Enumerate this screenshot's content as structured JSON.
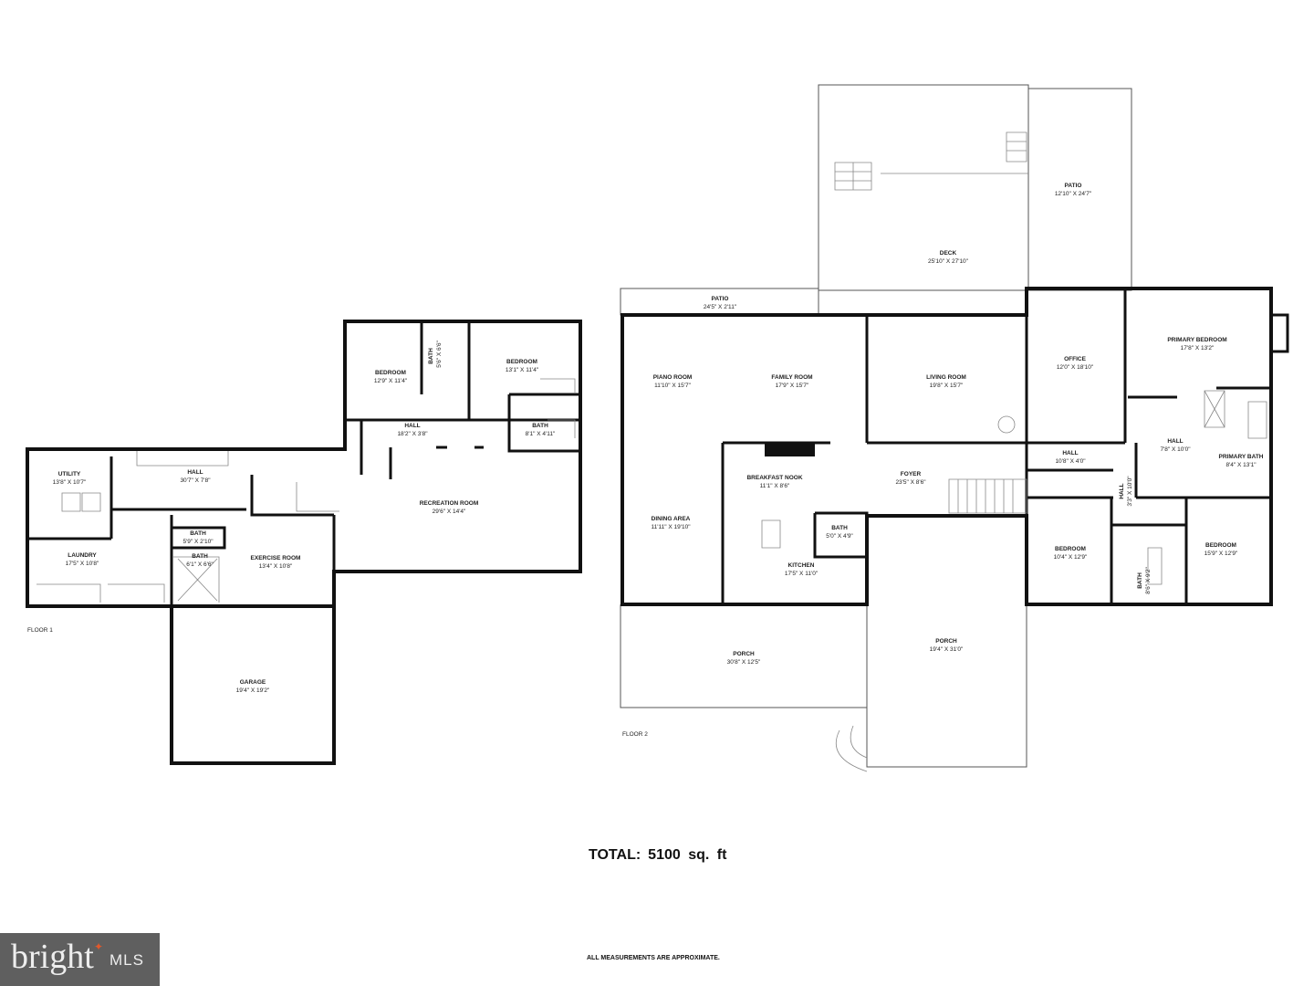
{
  "floor1": {
    "label": "FLOOR 1",
    "rooms": [
      {
        "name": "BEDROOM",
        "dims": "12'9\" X 11'4\""
      },
      {
        "name": "BATH",
        "dims": "5'6\" X 6'6\""
      },
      {
        "name": "BEDROOM",
        "dims": "13'1\" X 11'4\""
      },
      {
        "name": "HALL",
        "dims": "18'2\" X 3'8\""
      },
      {
        "name": "BATH",
        "dims": "8'1\" X 4'11\""
      },
      {
        "name": "UTILITY",
        "dims": "13'8\" X 10'7\""
      },
      {
        "name": "HALL",
        "dims": "30'7\" X 7'8\""
      },
      {
        "name": "RECREATION ROOM",
        "dims": "29'6\" X 14'4\""
      },
      {
        "name": "BATH",
        "dims": "5'9\" X 2'10\""
      },
      {
        "name": "BATH",
        "dims": "6'1\" X 6'6\""
      },
      {
        "name": "LAUNDRY",
        "dims": "17'5\" X 10'8\""
      },
      {
        "name": "EXERCISE ROOM",
        "dims": "13'4\" X 10'8\""
      },
      {
        "name": "GARAGE",
        "dims": "19'4\" X 19'2\""
      }
    ]
  },
  "floor2": {
    "label": "FLOOR 2",
    "rooms": [
      {
        "name": "PATIO",
        "dims": "12'10\" X 24'7\""
      },
      {
        "name": "DECK",
        "dims": "25'10\" X 27'10\""
      },
      {
        "name": "PATIO",
        "dims": "24'5\" X 2'11\""
      },
      {
        "name": "PIANO ROOM",
        "dims": "11'10\" X 15'7\""
      },
      {
        "name": "FAMILY ROOM",
        "dims": "17'9\" X 15'7\""
      },
      {
        "name": "LIVING ROOM",
        "dims": "19'8\" X 15'7\""
      },
      {
        "name": "OFFICE",
        "dims": "12'0\" X 18'10\""
      },
      {
        "name": "PRIMARY BEDROOM",
        "dims": "17'8\" X 13'2\""
      },
      {
        "name": "BREAKFAST NOOK",
        "dims": "11'1\" X 8'6\""
      },
      {
        "name": "FOYER",
        "dims": "23'5\" X 8'6\""
      },
      {
        "name": "HALL",
        "dims": "10'8\" X 4'0\""
      },
      {
        "name": "HALL",
        "dims": "7'8\" X 10'0\""
      },
      {
        "name": "PRIMARY BATH",
        "dims": "8'4\" X 13'1\""
      },
      {
        "name": "HALL",
        "dims": "3'3\" X 10'0\""
      },
      {
        "name": "DINING AREA",
        "dims": "11'11\" X 19'10\""
      },
      {
        "name": "BATH",
        "dims": "5'0\" X 4'9\""
      },
      {
        "name": "KITCHEN",
        "dims": "17'5\" X 11'0\""
      },
      {
        "name": "BEDROOM",
        "dims": "10'4\" X 12'9\""
      },
      {
        "name": "BATH",
        "dims": "8'6\" X 9'2\""
      },
      {
        "name": "BEDROOM",
        "dims": "15'9\" X 12'9\""
      },
      {
        "name": "PORCH",
        "dims": "30'8\" X 12'5\""
      },
      {
        "name": "PORCH",
        "dims": "19'4\" X 31'0\""
      }
    ]
  },
  "total": {
    "label": "TOTAL:",
    "value": "5100 sq. ft"
  },
  "note": "ALL MEASUREMENTS ARE APPROXIMATE.",
  "logo": {
    "text": "bright",
    "suffix": "MLS",
    "accent_color": "#e2582b",
    "background": "#5f5f5f"
  }
}
